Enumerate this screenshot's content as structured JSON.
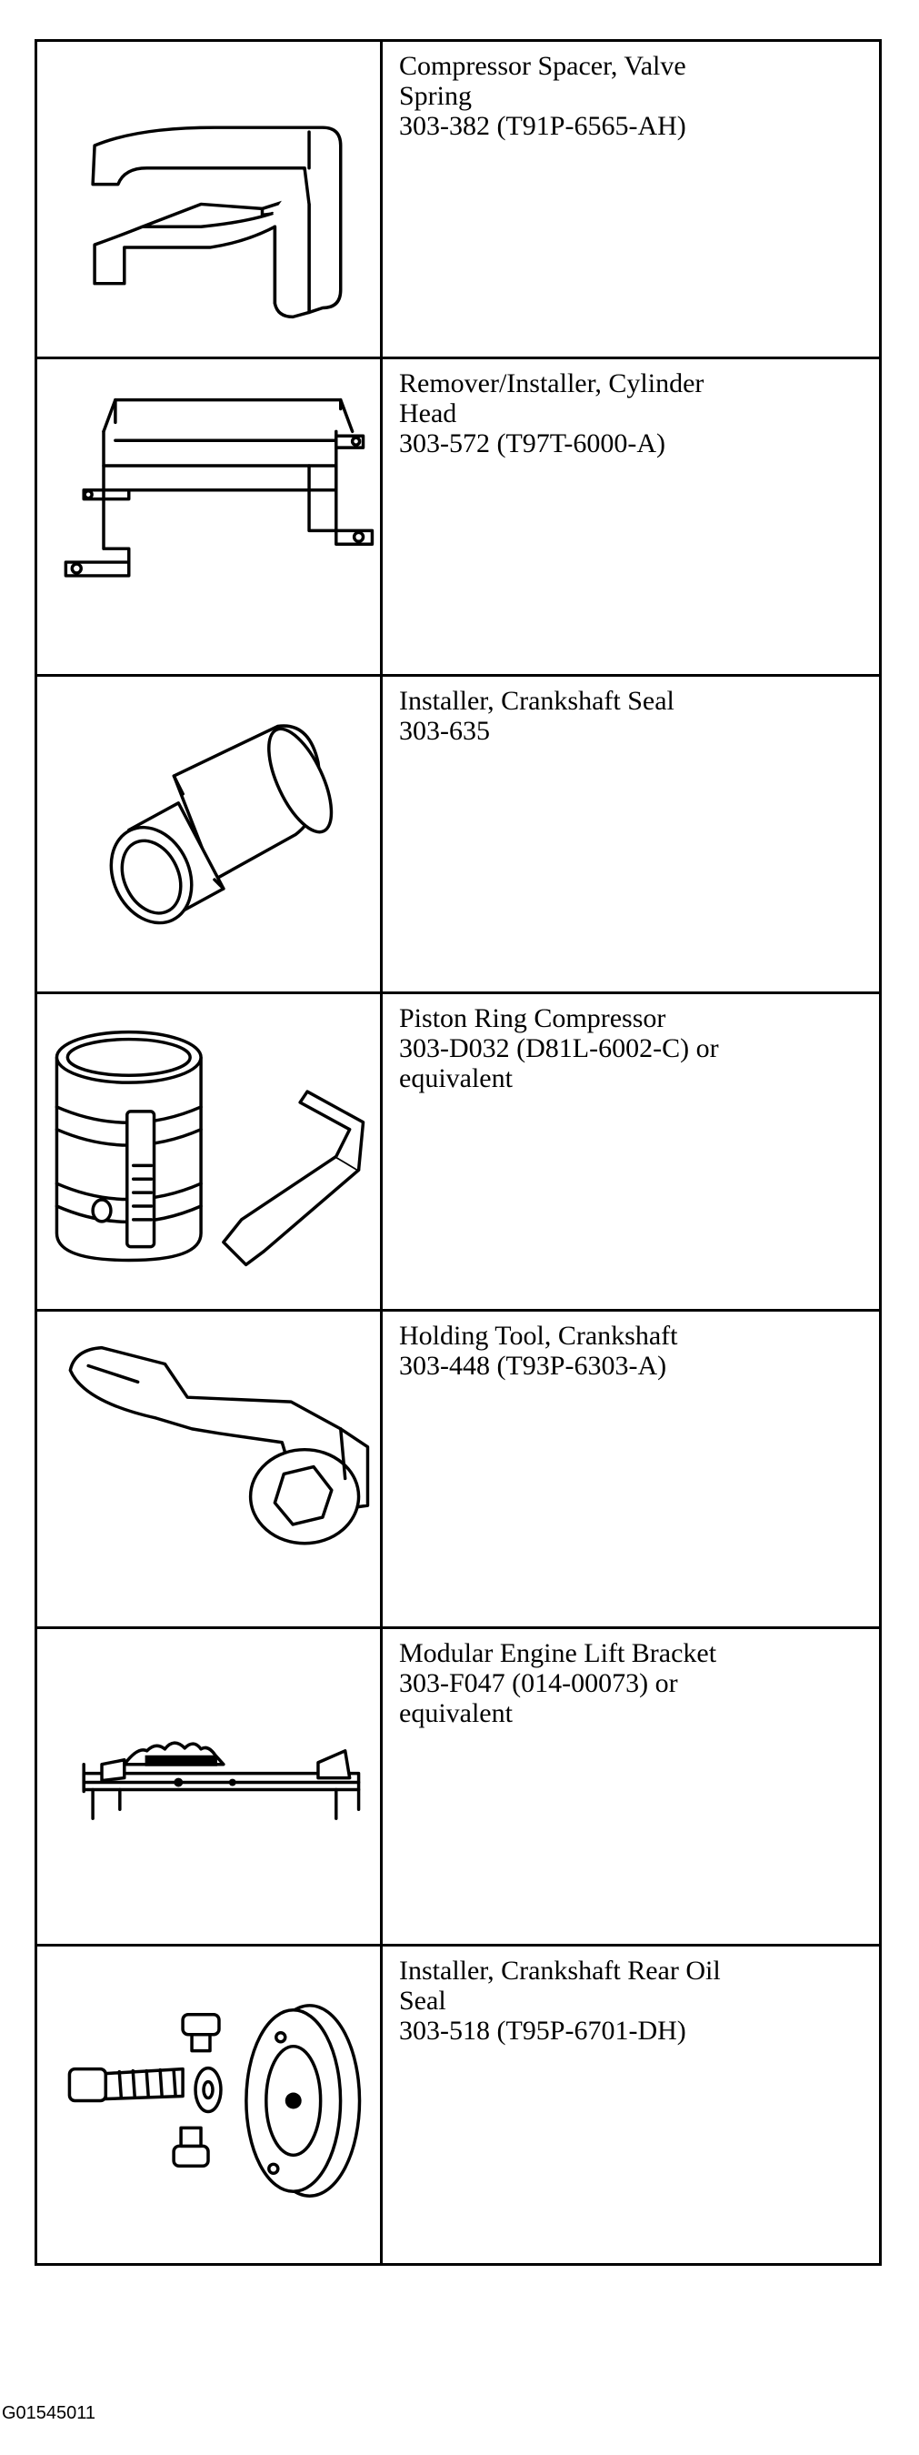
{
  "tools": [
    {
      "icon": "valve-spring-spacer-icon",
      "lines": [
        "Compressor Spacer, Valve",
        "Spring",
        "303-382 (T91P-6565-AH)"
      ]
    },
    {
      "icon": "cylinder-head-bracket-icon",
      "lines": [
        "Remover/Installer, Cylinder",
        "Head",
        "303-572 (T97T-6000-A)"
      ]
    },
    {
      "icon": "seal-installer-icon",
      "lines": [
        "Installer, Crankshaft Seal",
        "303-635"
      ]
    },
    {
      "icon": "piston-ring-compressor-icon",
      "lines": [
        "Piston Ring Compressor",
        "303-D032 (D81L-6002-C) or",
        "equivalent"
      ]
    },
    {
      "icon": "holding-tool-icon",
      "lines": [
        "Holding Tool, Crankshaft",
        "303-448 (T93P-6303-A)"
      ]
    },
    {
      "icon": "engine-lift-bracket-icon",
      "lines": [
        "Modular Engine Lift Bracket",
        "303-F047 (014-00073) or",
        "equivalent"
      ]
    },
    {
      "icon": "rear-seal-installer-icon",
      "lines": [
        "Installer, Crankshaft Rear Oil",
        "Seal",
        "303-518 (T95P-6701-DH)"
      ]
    }
  ],
  "figure_code": "G01545011"
}
